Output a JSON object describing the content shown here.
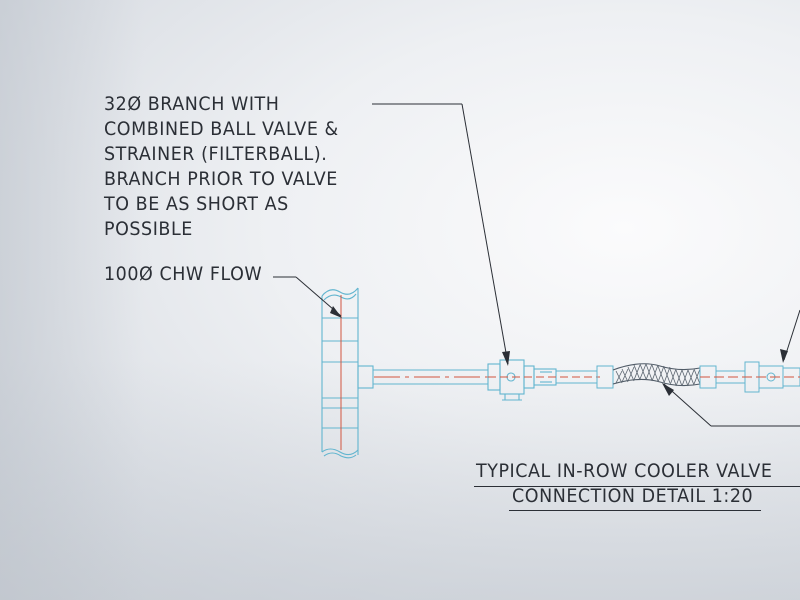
{
  "notes": {
    "branch_lines": [
      "32Ø BRANCH WITH",
      "COMBINED BALL VALVE &",
      "STRAINER (FILTERBALL).",
      "BRANCH PRIOR TO VALVE",
      "TO BE AS SHORT AS",
      "POSSIBLE"
    ],
    "flow": "100Ø CHW FLOW"
  },
  "detail_title": {
    "line1": "TYPICAL IN-ROW COOLER VALVE",
    "line2": "CONNECTION DETAIL 1:20"
  },
  "colors": {
    "ink": "#2b2f36",
    "pipe_cyan": "#62b5cf",
    "centerline_red": "#d2553f"
  }
}
